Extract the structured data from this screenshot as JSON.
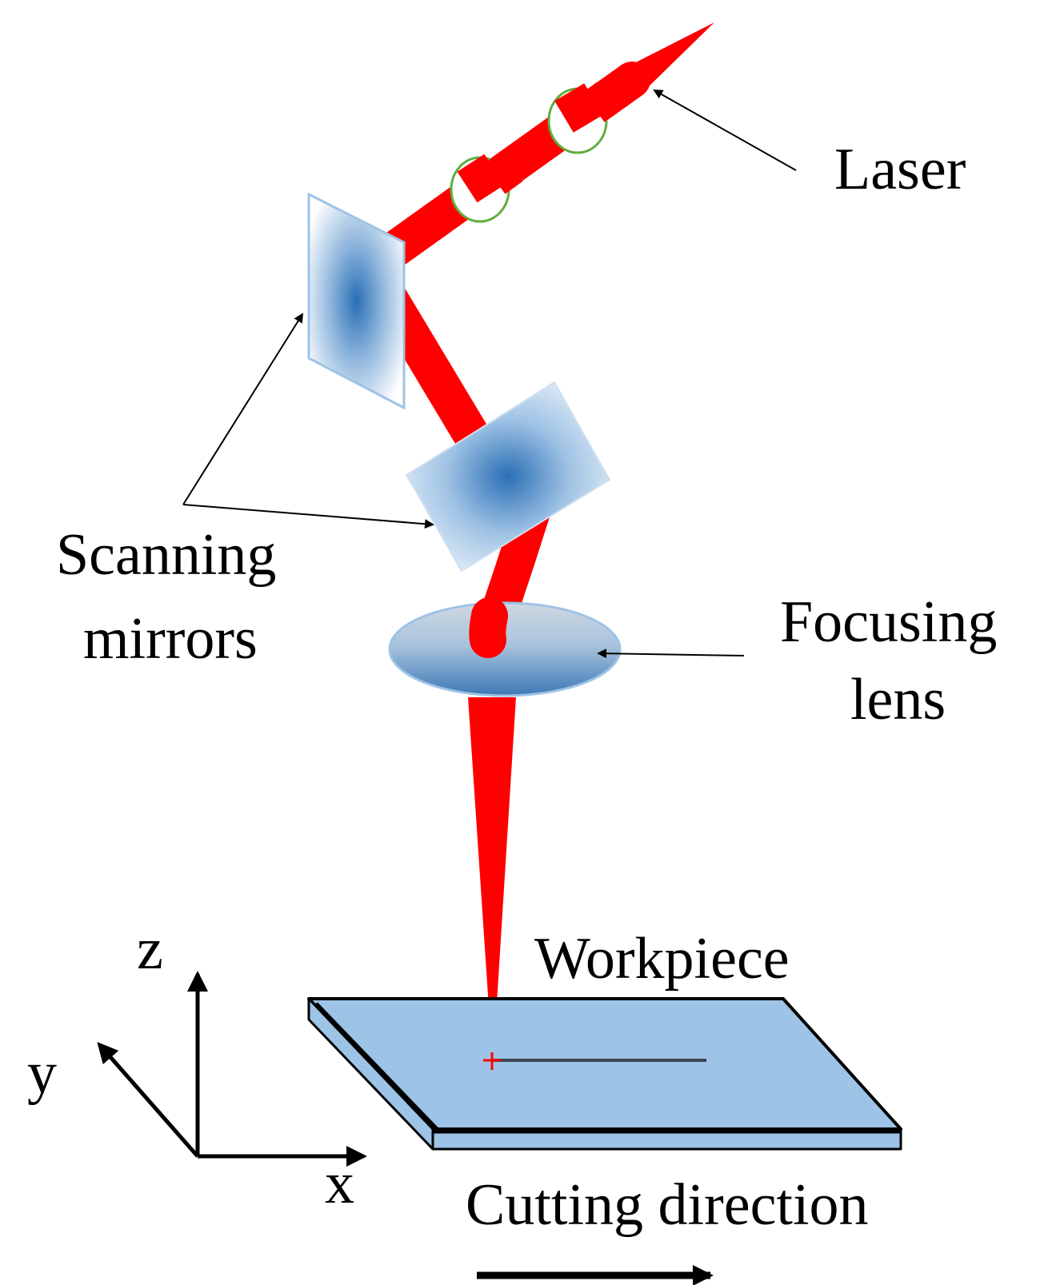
{
  "labels": {
    "laser": "Laser",
    "scanning_line1": "Scanning",
    "scanning_line2": "mirrors",
    "focusing_line1": "Focusing",
    "focusing_line2": "lens",
    "workpiece": "Workpiece",
    "cutting_direction": "Cutting direction",
    "axis_x": "x",
    "axis_y": "y",
    "axis_z": "z"
  },
  "colors": {
    "beam": "#ff0000",
    "mirror_center": "#2a6fb5",
    "mirror_edge": "#ffffff",
    "mirror_border": "#9dc3e6",
    "lens_top": "#c9d6e3",
    "lens_bottom": "#3c78b4",
    "workpiece": "#9dc3e6",
    "ring": "#5fae3c",
    "ink": "#000000",
    "cut_line": "#3c4654"
  }
}
